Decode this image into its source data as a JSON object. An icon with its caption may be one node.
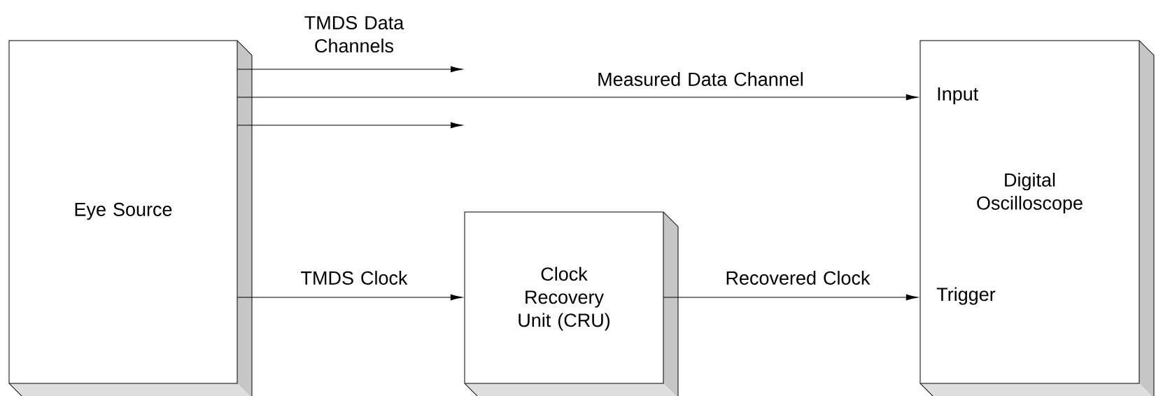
{
  "diagram": {
    "nodes": [
      {
        "text": [
          "Eye Source"
        ]
      },
      {
        "text": [
          "Clock Recovery Unit (CRU)"
        ]
      },
      {
        "text": [
          "Input",
          "Digital Oscilloscope",
          "Trigger"
        ]
      }
    ],
    "edges": [
      {
        "from": 0,
        "to": null,
        "arrow": "to",
        "label": "TMDS Data Channels"
      },
      {
        "from": 0,
        "to": 2,
        "arrow": "to",
        "label": "Measured Data Channel"
      },
      {
        "from": 0,
        "to": null,
        "arrow": "to"
      },
      {
        "from": 0,
        "to": 1,
        "arrow": "to",
        "label": "TMDS Clock"
      },
      {
        "from": 1,
        "to": 2,
        "arrow": "to",
        "label": "Recovered Clock"
      }
    ]
  }
}
